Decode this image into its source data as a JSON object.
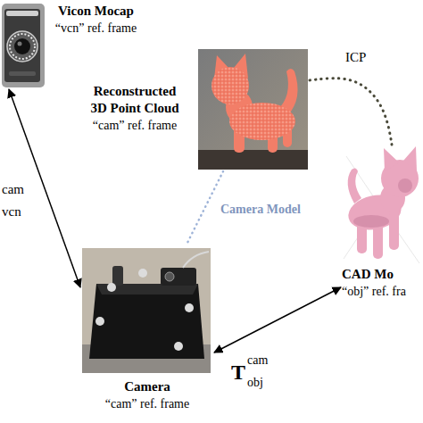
{
  "diagram": {
    "nodes": [
      {
        "text": [
          "Vicon Mocap",
          "“vcn” ref. frame"
        ]
      },
      {
        "text": [
          "Reconstructed 3D Point Cloud",
          "“cam” ref. frame"
        ]
      },
      {
        "text": [
          "CAD Mo",
          "“obj” ref. fra"
        ]
      },
      {
        "text": [
          "Camera",
          "“cam” ref. frame"
        ]
      }
    ],
    "edges": [
      {
        "from": 0,
        "to": 3,
        "arrow": "both"
      },
      {
        "from": 3,
        "to": 2,
        "arrow": "both"
      },
      {
        "from": 1,
        "to": 2,
        "label": "ICP",
        "arrow": "none"
      },
      {
        "from": 1,
        "to": 3,
        "label": "Camera Model",
        "arrow": "none"
      }
    ],
    "labels": [
      "cam",
      "vcn",
      "T",
      "cam",
      "obj"
    ]
  }
}
